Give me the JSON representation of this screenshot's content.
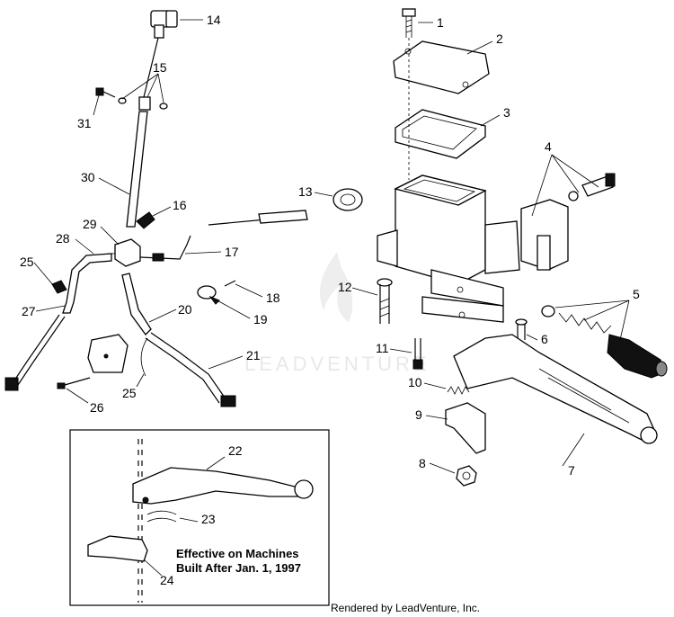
{
  "callouts": [
    "1",
    "2",
    "3",
    "4",
    "5",
    "6",
    "7",
    "8",
    "9",
    "10",
    "11",
    "12",
    "13",
    "14",
    "15",
    "16",
    "17",
    "18",
    "19",
    "20",
    "21",
    "22",
    "23",
    "24",
    "25",
    "25",
    "26",
    "27",
    "28",
    "29",
    "30",
    "31"
  ],
  "inset_note": {
    "line1": "Effective on Machines",
    "line2": "Built After Jan. 1, 1997"
  },
  "watermark": "LEADVENTURE",
  "footer": "Rendered by LeadVenture, Inc."
}
